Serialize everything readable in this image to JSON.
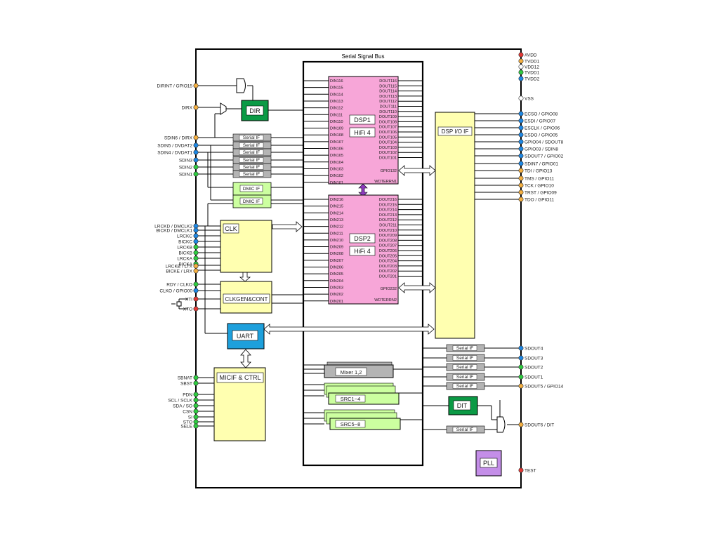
{
  "diagram": {
    "bus_title": "Serial Signal Bus",
    "colors": {
      "dsp": "#f7a6d8",
      "yellow": "#ffffb0",
      "green": "#0b9a45",
      "blue": "#1ea0dc",
      "purple": "#c48ee8",
      "gray": "#b4b4b4",
      "lightgreen": "#ccffa0",
      "line": "#000000"
    },
    "power_pins": [
      {
        "label": "AVDD",
        "color": "#e53935"
      },
      {
        "label": "TVDD1",
        "color": "#f5b041"
      },
      {
        "label": "VDD12",
        "color": "#ffffff"
      },
      {
        "label": "TVDD1",
        "color": "#2ecc40"
      },
      {
        "label": "TVDD2",
        "color": "#1e88e5"
      }
    ],
    "vss_label": "VSS",
    "right_pins": [
      {
        "label": "ECSO / GPIO08",
        "color": "#1e88e5"
      },
      {
        "label": "ESDI / GPIO07",
        "color": "#1e88e5"
      },
      {
        "label": "ESCLK / GPIO06",
        "color": "#1e88e5"
      },
      {
        "label": "ESDO / GPIO05",
        "color": "#1e88e5"
      },
      {
        "label": "GPIO04 / SDOUT8",
        "color": "#1e88e5"
      },
      {
        "label": "GPIO03 / SDIN8",
        "color": "#1e88e5"
      },
      {
        "label": "SDOUT7 / GPIO02",
        "color": "#1e88e5"
      },
      {
        "label": "SDIN7 / GPIO01",
        "color": "#1e88e5"
      },
      {
        "label": "TDI / GPIO13",
        "color": "#f5b041"
      },
      {
        "label": "TMS / GPIO11",
        "color": "#f5b041"
      },
      {
        "label": "TCK / GPIO10",
        "color": "#f5b041"
      },
      {
        "label": "TRST / GPIO09",
        "color": "#f5b041"
      },
      {
        "label": "TDO / GPIO11",
        "color": "#f5b041"
      }
    ],
    "right_out_pins": [
      {
        "label": "SDOUT4",
        "color": "#1e88e5"
      },
      {
        "label": "SDOUT3",
        "color": "#1e88e5"
      },
      {
        "label": "SDOUT2",
        "color": "#2ecc40"
      },
      {
        "label": "SDOUT1",
        "color": "#2ecc40"
      },
      {
        "label": "SDOUT5 / GPIO14",
        "color": "#f5b041"
      }
    ],
    "sdout6_label": "SDOUT6 / DIT",
    "test_label": "TEST",
    "left_pins_top": [
      {
        "label": "DIRINT / GPIO15",
        "color": "#f5b041"
      },
      {
        "label": "DIRX",
        "color": "#f5b041"
      }
    ],
    "left_pins_sdin": [
      {
        "label": "SDIN6 / DIRX",
        "color": "#f5b041"
      },
      {
        "label": "SDIN5 / DVDAT2",
        "color": "#1e88e5"
      },
      {
        "label": "SDIN4 / DVDAT1",
        "color": "#1e88e5"
      },
      {
        "label": "SDIN3",
        "color": "#1e88e5"
      },
      {
        "label": "SDIN2",
        "color": "#2ecc40"
      },
      {
        "label": "SDIN1",
        "color": "#2ecc40"
      }
    ],
    "left_pins_clk": [
      {
        "label": "LRCKD / DMCLK2",
        "color": "#1e88e5"
      },
      {
        "label": "BICKD / DMCLK1",
        "color": "#1e88e5"
      },
      {
        "label": "LRCKC",
        "color": "#1e88e5"
      },
      {
        "label": "BICKC",
        "color": "#1e88e5"
      },
      {
        "label": "LRCKB",
        "color": "#2ecc40"
      },
      {
        "label": "BICKB",
        "color": "#2ecc40"
      },
      {
        "label": "LRCKA",
        "color": "#2ecc40"
      },
      {
        "label": "BICKA",
        "color": "#2ecc40"
      },
      {
        "label": "LRCKE / LTX",
        "color": "#f5b041"
      },
      {
        "label": "BICKE / LRX",
        "color": "#f5b041"
      }
    ],
    "left_pins_gen": [
      {
        "label": "RDY / CLKO",
        "color": "#2ecc40"
      },
      {
        "label": "CLKO / GPIO00",
        "color": "#1e88e5"
      },
      {
        "label": "XTI",
        "color": "#e53935"
      },
      {
        "label": "XTO",
        "color": "#e53935"
      }
    ],
    "left_pins_micif": [
      {
        "label": "SBNAT",
        "color": "#2ecc40"
      },
      {
        "label": "SBST",
        "color": "#2ecc40"
      },
      {
        "label": "PDN",
        "color": "#2ecc40"
      },
      {
        "label": "SCL / SCLK",
        "color": "#2ecc40"
      },
      {
        "label": "SDA / SO",
        "color": "#2ecc40"
      },
      {
        "label": "CSN",
        "color": "#2ecc40"
      },
      {
        "label": "SI",
        "color": "#2ecc40"
      },
      {
        "label": "STO",
        "color": "#2ecc40"
      },
      {
        "label": "SELE",
        "color": "#2ecc40"
      }
    ],
    "blocks": {
      "dir": "DIR",
      "clk": "CLK",
      "clkgen": "CLKGEN&CONT",
      "uart": "UART",
      "micif": "MICIF & CTRL",
      "dsp_if": "DSP I/O IF",
      "mixer": "Mixer 1,2",
      "src1": "SRC1~4",
      "src2": "SRC5~8",
      "dit": "DIT",
      "pll": "PLL"
    },
    "serial_if_label": "Serial IF",
    "dmic_if_label": "DMIC IF",
    "dsp1": {
      "name": "DSP1",
      "sub": "HiFi 4",
      "din": [
        "DIN116",
        "DIN115",
        "DIN114",
        "DIN113",
        "DIN112",
        "DIN111",
        "DIN110",
        "DIN109",
        "DIN108",
        "DIN107",
        "DIN106",
        "DIN105",
        "DIN104",
        "DIN103",
        "DIN102",
        "DIN101"
      ],
      "dout": [
        "DOUT116",
        "DOUT115",
        "DOUT114",
        "DOUT113",
        "DOUT112",
        "DOUT111",
        "DOUT110",
        "DOUT109",
        "DOUT108",
        "DOUT107",
        "DOUT106",
        "DOUT105",
        "DOUT104",
        "DOUT103",
        "DOUT102",
        "DOUT101"
      ],
      "gpio": "GPIO132",
      "wdt": "WDTERRN1"
    },
    "dsp2": {
      "name": "DSP2",
      "sub": "HiFi 4",
      "din": [
        "DIN216",
        "DIN215",
        "DIN214",
        "DIN213",
        "DIN212",
        "DIN211",
        "DIN210",
        "DIN209",
        "DIN208",
        "DIN207",
        "DIN206",
        "DIN205",
        "DIN204",
        "DIN203",
        "DIN202",
        "DIN201"
      ],
      "dout": [
        "DOUT216",
        "DOUT215",
        "DOUT214",
        "DOUT213",
        "DOUT212",
        "DOUT211",
        "DOUT210",
        "DOUT209",
        "DOUT208",
        "DOUT207",
        "DOUT206",
        "DOUT205",
        "DOUT204",
        "DOUT203",
        "DOUT202",
        "DOUT201"
      ],
      "gpio": "GPIO232",
      "wdt": "WDTERRN2"
    }
  }
}
